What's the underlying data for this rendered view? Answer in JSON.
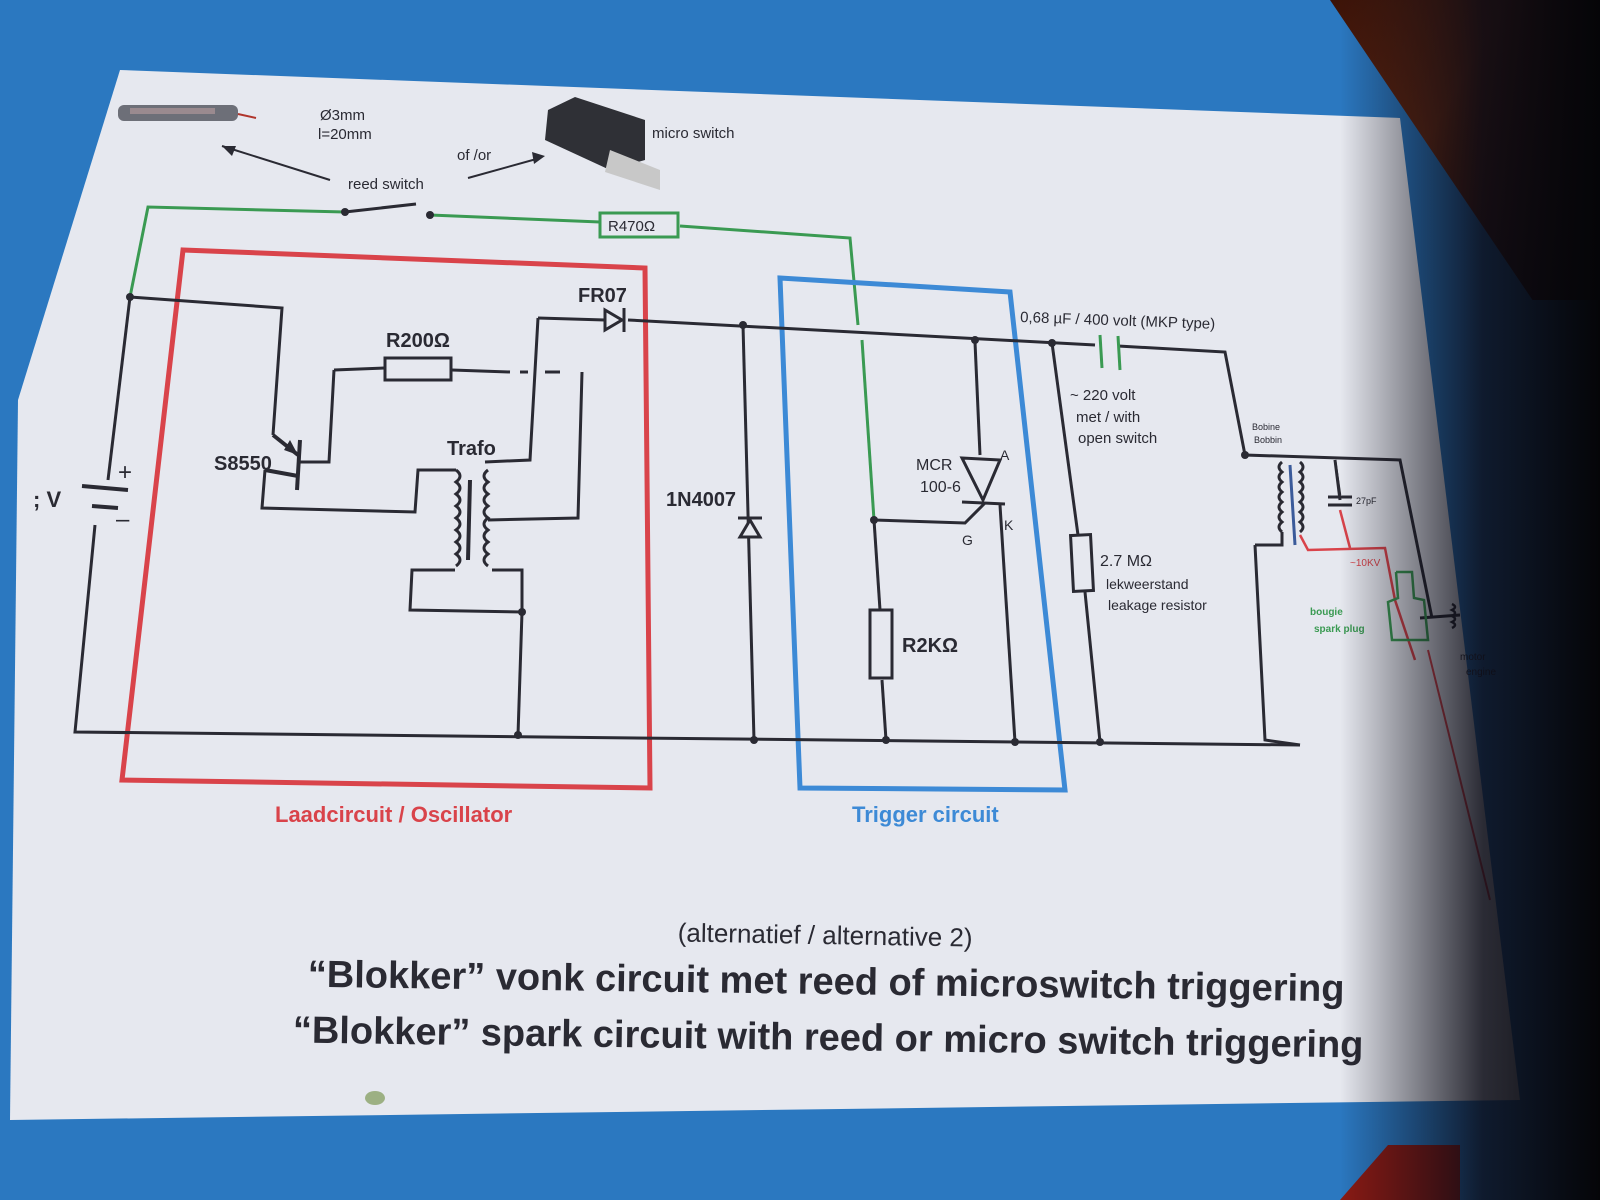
{
  "top_section": {
    "reed_switch_specs": [
      "Ø3mm",
      "l=20mm"
    ],
    "or_label": "of /or",
    "reed_switch_label": "reed switch",
    "micro_switch_label": "micro switch"
  },
  "components": {
    "r470": "R470Ω",
    "fr07": "FR07",
    "r200": "R200Ω",
    "transistor": "S8550",
    "trafo": "Trafo",
    "battery_voltage": "; V",
    "battery_plus": "+",
    "battery_minus": "–",
    "diode_1n4007": "1N4007",
    "scr_name_line1": "MCR",
    "scr_name_line2": "100-6",
    "scr_anode": "A",
    "scr_cathode": "K",
    "scr_gate": "G",
    "r2k": "R2KΩ",
    "capacitor": "0,68 µF / 400 volt (MKP type)",
    "voltage_note": [
      "~ 220 volt",
      "met / with",
      "open switch"
    ],
    "leak_resistor_value": "2.7 MΩ",
    "leak_resistor_labels": [
      "lekweerstand",
      "leakage resistor"
    ],
    "bobbin_labels": [
      "Bobine",
      "Bobbin"
    ],
    "cap_27pf": "27pF",
    "hv_label": "~10KV",
    "spark_plug_labels": [
      "bougie",
      "spark plug"
    ],
    "engine_labels": [
      "motor",
      "engine"
    ]
  },
  "section_labels": {
    "oscillator": "Laadcircuit / Oscillator",
    "trigger": "Trigger circuit"
  },
  "titles": {
    "subtitle": "(alternatief / alternative 2)",
    "title_nl": "“Blokker” vonk circuit met reed of microswitch triggering",
    "title_en": "“Blokker” spark circuit with reed or micro switch triggering"
  },
  "colors": {
    "background_blue": "#2b78c0",
    "paper": "#e6e8ef",
    "wire": "#2a2a33",
    "green_wire": "#3a9a52",
    "red_box": "#d9434a",
    "blue_box": "#3d8ad6"
  }
}
